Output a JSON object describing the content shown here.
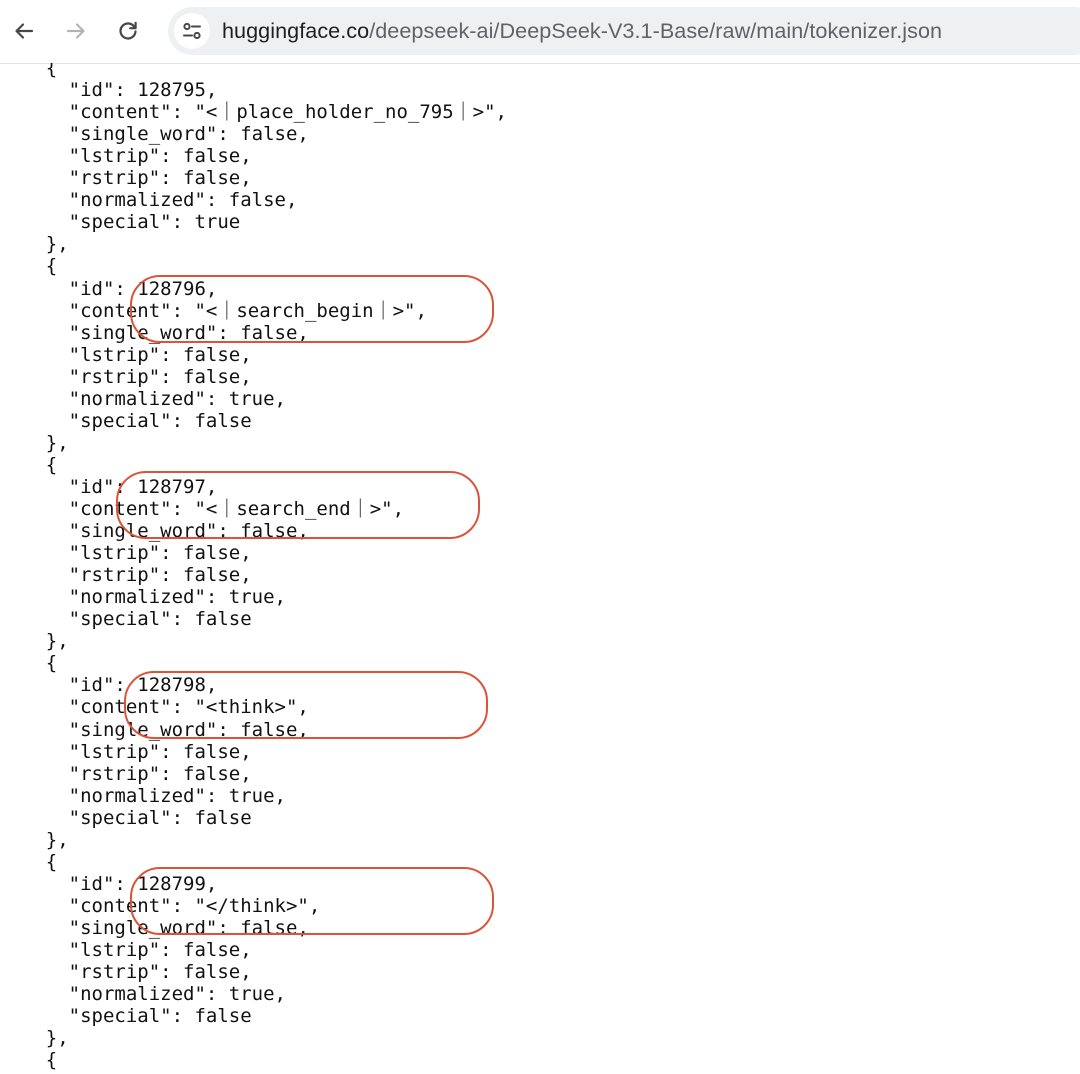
{
  "browser": {
    "url_host": "huggingface.co",
    "url_path": "/deepseek-ai/DeepSeek-V3.1-Base/raw/main/tokenizer.json",
    "icons": {
      "back": "arrow-left-icon",
      "forward": "arrow-right-icon",
      "reload": "reload-icon",
      "site_info": "tune-icon"
    }
  },
  "annotation_color": "#d9553a",
  "json_lines": [
    "    {",
    "      \"id\": 128795,",
    "      \"content\": \"<｜place_holder_no_795｜>\",",
    "      \"single_word\": false,",
    "      \"lstrip\": false,",
    "      \"rstrip\": false,",
    "      \"normalized\": false,",
    "      \"special\": true",
    "    },",
    "    {",
    "      \"id\": 128796,",
    "      \"content\": \"<｜search_begin｜>\",",
    "      \"single_word\": false,",
    "      \"lstrip\": false,",
    "      \"rstrip\": false,",
    "      \"normalized\": true,",
    "      \"special\": false",
    "    },",
    "    {",
    "      \"id\": 128797,",
    "      \"content\": \"<｜search_end｜>\",",
    "      \"single_word\": false,",
    "      \"lstrip\": false,",
    "      \"rstrip\": false,",
    "      \"normalized\": true,",
    "      \"special\": false",
    "    },",
    "    {",
    "      \"id\": 128798,",
    "      \"content\": \"<think>\",",
    "      \"single_word\": false,",
    "      \"lstrip\": false,",
    "      \"rstrip\": false,",
    "      \"normalized\": true,",
    "      \"special\": false",
    "    },",
    "    {",
    "      \"id\": 128799,",
    "      \"content\": \"</think>\",",
    "      \"single_word\": false,",
    "      \"lstrip\": false,",
    "      \"rstrip\": false,",
    "      \"normalized\": true,",
    "      \"special\": false",
    "    },",
    "    {"
  ]
}
